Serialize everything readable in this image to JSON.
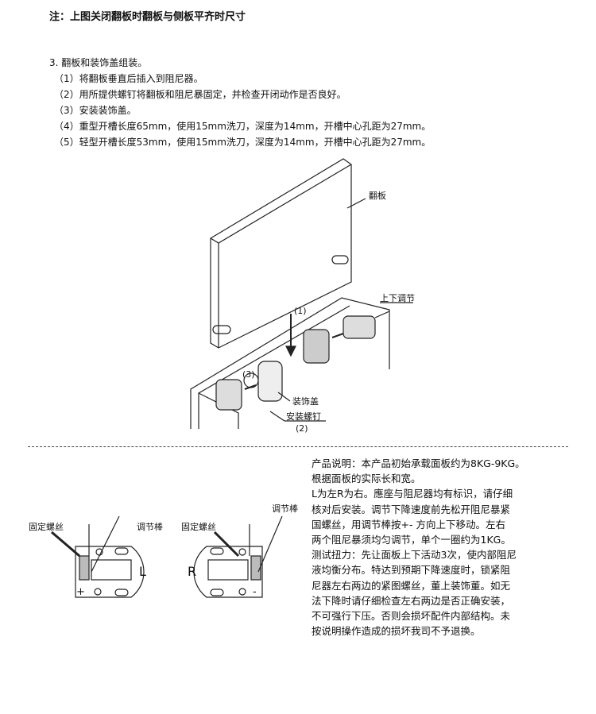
{
  "note": "注：上图关闭翻板时翻板与侧板平齐时尺寸",
  "section": {
    "title": "3. 翻板和装饰盖组装。",
    "steps": [
      "（1）将翻板垂直后插入到阻尼器。",
      "（2）用所提供螺钉将翻板和阻尼暴固定，并检查开闭动作是否良好。",
      "（3）安装装饰盖。",
      "（4）重型开槽长度65mm，使用15mm洗刀，深度为14mm，开槽中心孔距为27mm。",
      "（5）轻型开槽长度53mm，使用15mm洗刀，深度为14mm，开槽中心孔距为27mm。"
    ]
  },
  "diagram": {
    "panel": "翻板",
    "adjust": "上下调节",
    "step1": "(1)",
    "step3": "(3)",
    "step2": "(2)",
    "cover": "装饰盖",
    "screw": "安装螺钉"
  },
  "damper": {
    "fix_screw": "固定螺丝",
    "rod": "调节棒",
    "left": "L",
    "right": "R",
    "plus": "+",
    "minus": "-"
  },
  "description": [
    "产品说明：本产品初始承载面板约为8KG-9KG。",
    "根据面板的实际长和宽。",
    "L为左R为右。應座与阻尼器均有标识，请仔细",
    "核对后安装。调节下降速度前先松开阻尼暴紧",
    "国螺丝，用调节棒按+- 方向上下移动。左右",
    "两个阻尼暴须均匀调节，单个一圈约为1KG。",
    "测试扭力：先让面板上下活动3次，使内部阻尼",
    "液均衡分布。特达到预期下降速度时，锁紧阻",
    "尼器左右两边的紧图螺丝，董上装饰董。如无",
    "法下降时请仔细检查左右两边是否正确安装，",
    "不可强行下压。否则会损坏配件内部结构。未",
    "按说明操作造成的损坏我司不予退换。"
  ]
}
